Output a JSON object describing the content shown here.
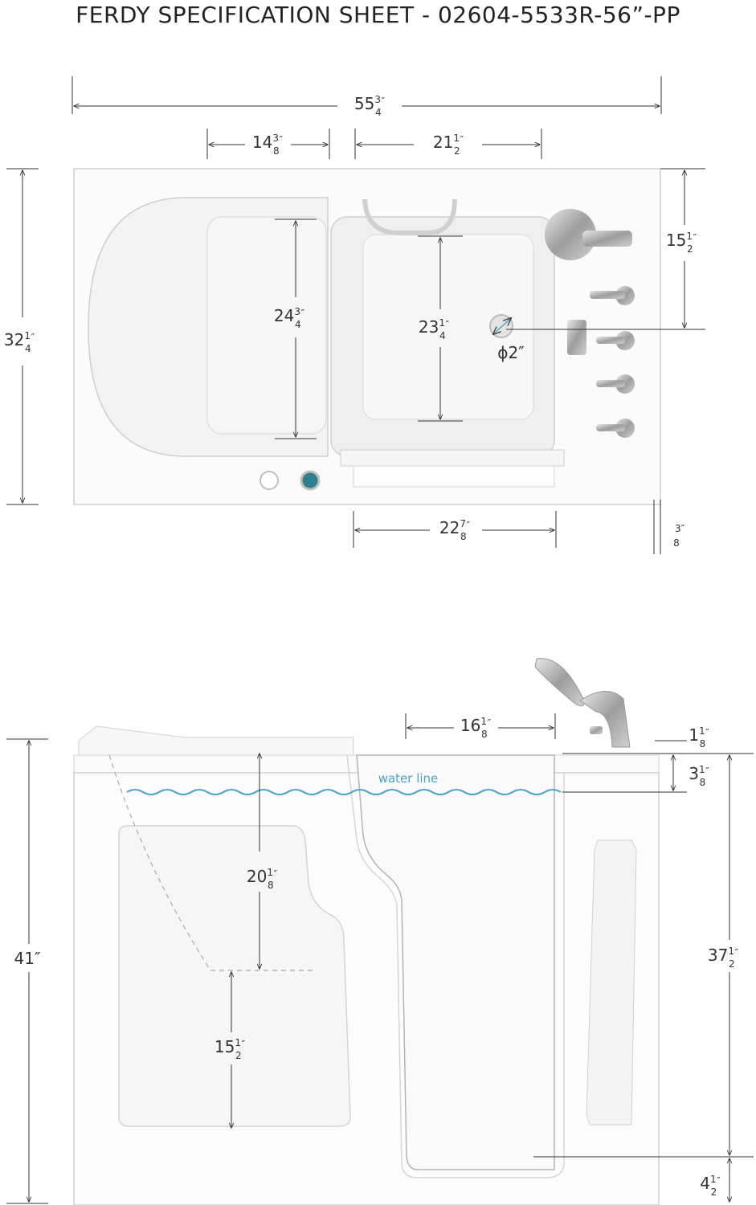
{
  "title": "FERDY SPECIFICATION SHEET - 02604-5533R-56”-PP",
  "top_view": {
    "overall_length": {
      "whole": "55",
      "num": "3",
      "den": "4",
      "unit": "″"
    },
    "seat_width": {
      "whole": "14",
      "num": "3",
      "den": "8",
      "unit": "″"
    },
    "footwell_width": {
      "whole": "21",
      "num": "1",
      "den": "2",
      "unit": "″"
    },
    "overall_depth": {
      "whole": "32",
      "num": "1",
      "den": "4",
      "unit": "″"
    },
    "seat_depth": {
      "whole": "24",
      "num": "3",
      "den": "4",
      "unit": "″"
    },
    "footwell_depth": {
      "whole": "23",
      "num": "1",
      "den": "4",
      "unit": "″"
    },
    "drain_to_back": {
      "whole": "15",
      "num": "1",
      "den": "2",
      "unit": "″"
    },
    "drain_diameter": "ϕ2″",
    "door_opening": {
      "whole": "22",
      "num": "7",
      "den": "8",
      "unit": "″"
    },
    "flange": {
      "num": "3",
      "den": "8",
      "unit": "″"
    }
  },
  "side_view": {
    "door_top_width": {
      "whole": "16",
      "num": "1",
      "den": "8",
      "unit": "″"
    },
    "rim": {
      "whole": "1",
      "num": "1",
      "den": "8",
      "unit": "″"
    },
    "water_gap": {
      "whole": "3",
      "num": "1",
      "den": "8",
      "unit": "″"
    },
    "water_line_label": "water line",
    "seat_to_rim": {
      "whole": "20",
      "num": "1",
      "den": "8",
      "unit": "″"
    },
    "seat_height": {
      "whole": "15",
      "num": "1",
      "den": "2",
      "unit": "″"
    },
    "overall_height": "41″",
    "threshold_to_rim": {
      "whole": "37",
      "num": "1",
      "den": "2",
      "unit": "″"
    },
    "step_height": {
      "whole": "4",
      "num": "1",
      "den": "2",
      "unit": "″"
    }
  },
  "colors": {
    "line": "#333333",
    "tub_edge": "#c9c9c9",
    "water": "#4aa3c8",
    "fixture": "#9a9a9a"
  }
}
